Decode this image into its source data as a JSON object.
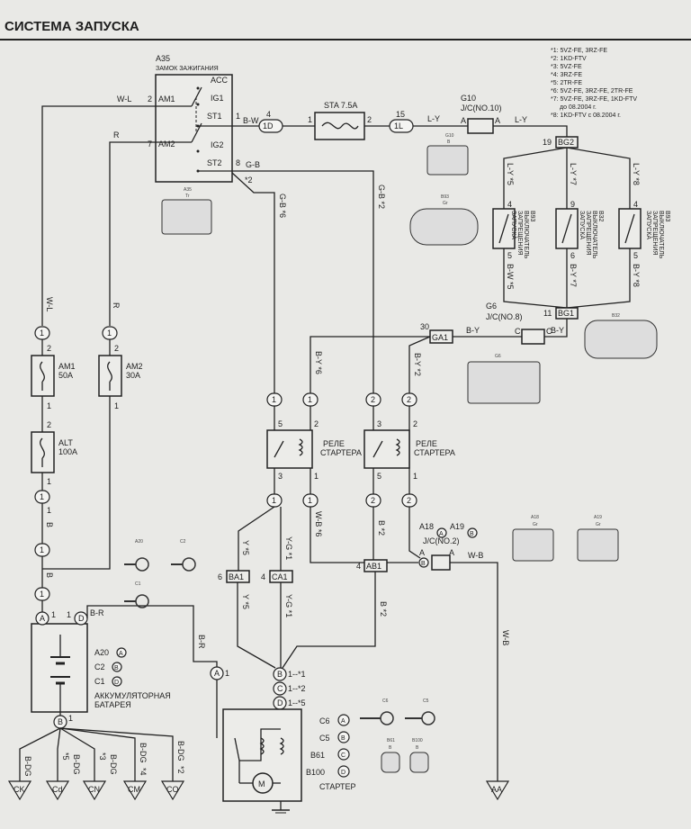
{
  "title": "СИСТЕМА ЗАПУСКА",
  "notes": [
    "*1: 5VZ-FE, 3RZ-FE",
    "*2: 1KD-FTV",
    "*3: 5VZ-FE",
    "*4: 3RZ-FE",
    "*5: 2TR-FE",
    "*6: 5VZ-FE, 3RZ-FE, 2TR-FE",
    "*7: 5VZ-FE, 3RZ-FE, 1KD-FTV",
    "до 08.2004 г.",
    "*8: 1KD-FTV с 08.2004 г."
  ],
  "ignition": {
    "code": "A35",
    "name": "ЗАМОК ЗАЖИГАНИЯ",
    "pins": [
      "ACC",
      "IG1",
      "ST1",
      "IG2",
      "ST2",
      "AM1",
      "AM2"
    ],
    "pin_nums": [
      "2",
      "7",
      "1",
      "8"
    ]
  },
  "wires": {
    "wl": "W-L",
    "r": "R",
    "bw": "B-W",
    "gb": "G-B",
    "star2": "*2",
    "gb6": "G-B *6",
    "gb2": "G-B *2",
    "ly": "L-Y",
    "by": "B-Y",
    "by6": "B-Y *6",
    "by2": "B-Y *2",
    "ly5": "L-Y *5",
    "ly7": "L-Y *7",
    "ly8": "L-Y *8",
    "bw5": "B-W *5",
    "by7": "B-Y *7",
    "by8": "B-Y *8",
    "b": "B",
    "y5": "Y *5",
    "yg1": "Y-G *1",
    "wb6": "W-B *6",
    "b2": "B *2",
    "wb": "W-B",
    "br": "B-R",
    "bdg": "B-DG",
    "s5": "*5",
    "s3": "*3",
    "s4": "*4",
    "s2": "*2"
  },
  "fuse_sta": "STA 7.5A",
  "connectors": {
    "c4": "4",
    "c1d": "1D",
    "c15": "15",
    "c1l": "1L",
    "g10": "G10",
    "jc10": "J/C(NO.10)",
    "bg2": "BG2",
    "n19": "19",
    "bg1": "BG1",
    "n11": "11",
    "ga1": "GA1",
    "n30": "30",
    "g6": "G6",
    "jc8": "J/C(NO.8)",
    "ba1": "BA1",
    "n6": "6",
    "ca1": "CA1",
    "n4": "4",
    "ab1": "AB1",
    "a18": "A18",
    "a19": "A19",
    "jc2": "J/C(NO.2)",
    "a": "A",
    "b": "B",
    "c": "C",
    "d": "D",
    "one": "1",
    "two": "2",
    "three": "3",
    "five": "5",
    "six": "6",
    "seven": "7",
    "nine": "9"
  },
  "fuses": [
    {
      "name": "AM1",
      "rating": "50A"
    },
    {
      "name": "AM2",
      "rating": "30A"
    },
    {
      "name": "ALT",
      "rating": "100A"
    }
  ],
  "switches": [
    {
      "code": "B93",
      "l1": "ВЫКЛЮЧАТЕЛЬ",
      "l2": "ЗАПРЕЩЕНИЯ",
      "l3": "ЗАПУСКА"
    },
    {
      "code": "B32",
      "l1": "ВЫКЛЮЧАТЕЛЬ",
      "l2": "ЗАПРЕЩЕНИЯ",
      "l3": "ЗАПУСКА"
    },
    {
      "code": "B93",
      "l1": "ВЫКЛЮЧАТЕЛЬ",
      "l2": "ЗАПРЕЩЕНИЯ",
      "l3": "ЗАПУСКА"
    }
  ],
  "relay": {
    "l1": "РЕЛЕ",
    "l2": "СТАРТЕРА"
  },
  "battery": {
    "a20": "A20",
    "c2": "C2",
    "c1": "C1",
    "l1": "АККУМУЛЯТОРНАЯ",
    "l2": "БАТАРЕЯ"
  },
  "starter": {
    "b_note": "1--*1",
    "c_note": "1--*2",
    "d_note": "1--*5",
    "c6": "C6",
    "c5": "C5",
    "b61": "B61",
    "b100": "B100",
    "name": "СТАРТЕР",
    "motor": "M"
  },
  "grounds": [
    "CK",
    "Cd",
    "CN",
    "CM",
    "CO",
    "AA"
  ],
  "pictograms": {
    "tr": "Tr",
    "gr": "Gr",
    "b": "B"
  }
}
